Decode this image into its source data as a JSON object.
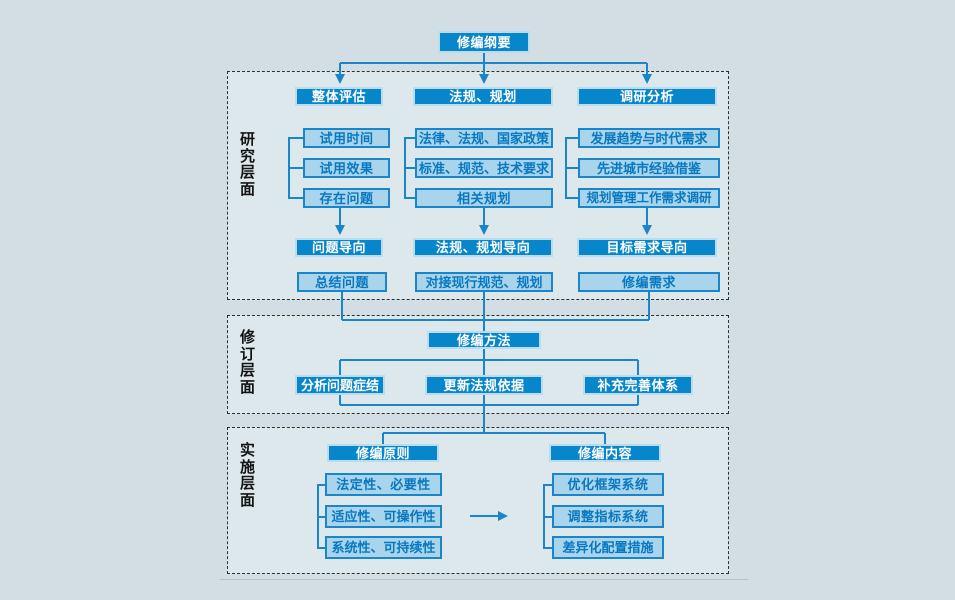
{
  "colors": {
    "page_bg": "#d2dee3",
    "section_bg": "#dde8ec",
    "solid_box_fill": "#0886cc",
    "solid_box_text": "#ffffff",
    "light_box_fill": "#a8d4ec",
    "light_box_border": "#1a86c9",
    "light_box_text": "#0878c0",
    "connector_line": "#1a86c9"
  },
  "root": {
    "label": "修编纲要"
  },
  "research": {
    "section_label": "研究层面",
    "columns": [
      {
        "header": "整体评估",
        "items": [
          "试用时间",
          "试用效果",
          "存在问题"
        ],
        "orientation": "问题导向",
        "result": "总结问题"
      },
      {
        "header": "法规、规划",
        "items": [
          "法律、法规、国家政策",
          "标准、规范、技术要求",
          "相关规划"
        ],
        "orientation": "法规、规划导向",
        "result": "对接现行规范、规划"
      },
      {
        "header": "调研分析",
        "items": [
          "发展趋势与时代需求",
          "先进城市经验借鉴",
          "规划管理工作需求调研"
        ],
        "orientation": "目标需求导向",
        "result": "修编需求"
      }
    ]
  },
  "revision": {
    "section_label": "修订层面",
    "method": "修编方法",
    "items": [
      "分析问题症结",
      "更新法规依据",
      "补充完善体系"
    ]
  },
  "implementation": {
    "section_label": "实施层面",
    "groups": [
      {
        "header": "修编原则",
        "items": [
          "法定性、必要性",
          "适应性、可操作性",
          "系统性、可持续性"
        ]
      },
      {
        "header": "修编内容",
        "items": [
          "优化框架系统",
          "调整指标系统",
          "差异化配置措施"
        ]
      }
    ]
  }
}
